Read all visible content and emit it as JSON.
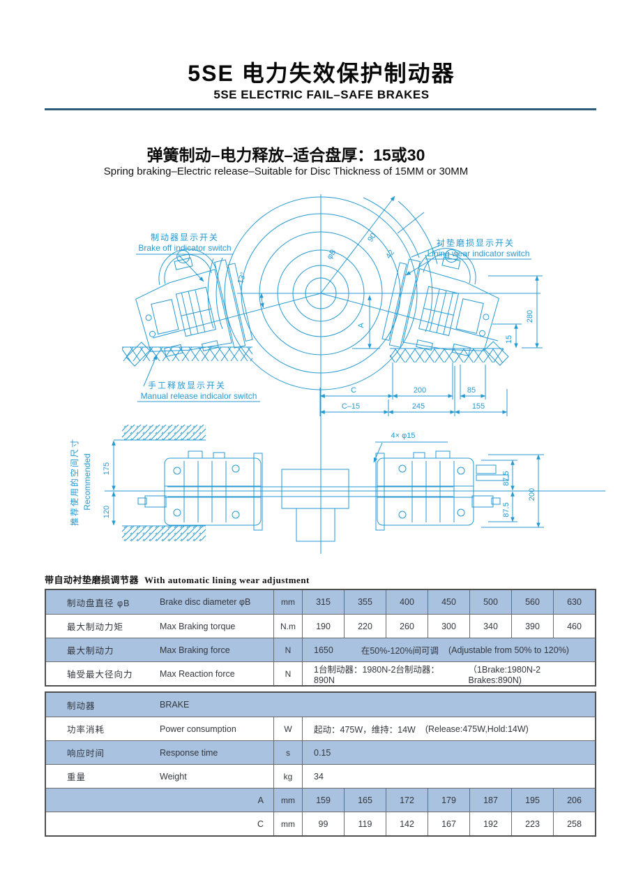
{
  "header": {
    "title_zh": "5SE 电力失效保护制动器",
    "title_en": "5SE ELECTRIC FAIL–SAFE BRAKES",
    "subtitle_zh": "弹簧制动–电力释放–适合盘厚：15或30",
    "subtitle_en": "Spring braking–Electric release–Suitable for Disc Thickness of 15MM or 30MM",
    "accent_color": "#2b5b76"
  },
  "drawing": {
    "line_color": "#2499d2",
    "labels": {
      "brake_off_zh": "制动器显示开关",
      "brake_off_en": "Brake off indicator switch",
      "lining_wear_zh": "衬垫磨损显示开关",
      "lining_wear_en": "Lining wear indicator switch",
      "manual_release_zh": "手工释放显示开关",
      "manual_release_en": "Manual release indicalor switch",
      "recommended_zh": "推荐使用的空间尺寸",
      "recommended_en": "Recommended",
      "holes": "4× φ15",
      "phi_b": "φB",
      "angle_13": "13°",
      "arc_90": "90",
      "arc_42": "42",
      "dim_a": "A",
      "dim_280": "280",
      "dim_15": "15",
      "dim_c": "C",
      "dim_200": "200",
      "dim_85": "85",
      "dim_c15": "C–15",
      "dim_245": "245",
      "dim_155": "155",
      "dim_175": "175",
      "dim_120": "120",
      "dim_875_top": "87.5",
      "dim_875_bottom": "87.5",
      "dim_200b": "200"
    }
  },
  "note": {
    "zh": "带自动衬垫磨损调节器",
    "en": "With automatic lining wear adjustment"
  },
  "table1": {
    "rows": [
      {
        "zh": "制动盘直径 φB",
        "en": "Brake disc diameter  φB",
        "unit": "mm",
        "values": [
          "315",
          "355",
          "400",
          "450",
          "500",
          "560",
          "630"
        ]
      },
      {
        "zh": "最大制动力矩",
        "en": "Max Braking torque",
        "unit": "N.m",
        "values": [
          "190",
          "220",
          "260",
          "300",
          "340",
          "390",
          "460"
        ]
      },
      {
        "zh": "最大制动力",
        "en": "Max Braking force",
        "unit": "N",
        "value": "1650",
        "note_zh": "在50%-120%间可调",
        "note_en": "(Adjustable from 50% to 120%)"
      },
      {
        "zh": "轴受最大径向力",
        "en": "Max Reaction force",
        "unit": "N",
        "value": "1台制动器：1980N-2台制动器：890N",
        "note_en": "（1Brake:1980N-2 Brakes:890N)"
      }
    ]
  },
  "table2": {
    "header": {
      "zh": "制动器",
      "en": "BRAKE"
    },
    "rows": [
      {
        "zh": "功率消耗",
        "en": "Power consumption",
        "unit": "W",
        "value": "起动：475W，维持：14W",
        "note_en": "(Release:475W,Hold:14W)"
      },
      {
        "zh": "响应时间",
        "en": "Response time",
        "unit": "s",
        "value": "0.15"
      },
      {
        "zh": "重量",
        "en": "Weight",
        "unit": "kg",
        "value": "34"
      },
      {
        "letter": "A",
        "unit": "mm",
        "values": [
          "159",
          "165",
          "172",
          "179",
          "187",
          "195",
          "206"
        ]
      },
      {
        "letter": "C",
        "unit": "mm",
        "values": [
          "99",
          "119",
          "142",
          "167",
          "192",
          "223",
          "258"
        ]
      }
    ]
  },
  "table_colors": {
    "row_blue": "#a9c2e0",
    "border": "#4f4f4f"
  }
}
